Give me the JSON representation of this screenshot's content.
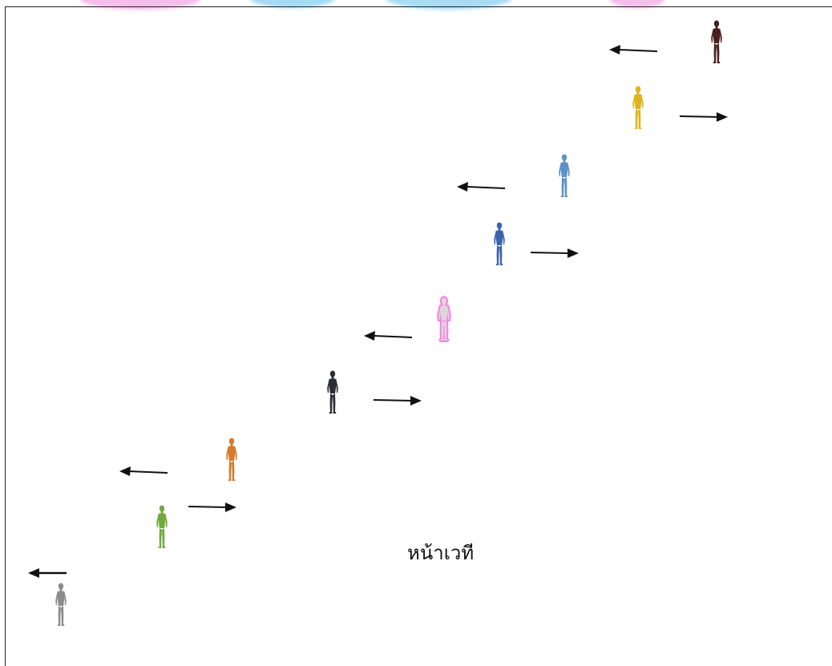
{
  "stage_label": "หน้าเวที",
  "colors": {
    "frame": "#222222",
    "arrow": "#111111",
    "watermark_pink": "#f3b6e8",
    "watermark_blue": "#9bd6f3",
    "highlight_glow": "#ff4fe0"
  },
  "mannequins": [
    {
      "name": "mannequin-darkred",
      "color": "#4a1f1f",
      "direction": "left"
    },
    {
      "name": "mannequin-gold",
      "color": "#e0b21b",
      "direction": "right"
    },
    {
      "name": "mannequin-lightblue",
      "color": "#5a92c8",
      "direction": "left"
    },
    {
      "name": "mannequin-blue",
      "color": "#3b63ad",
      "direction": "right"
    },
    {
      "name": "mannequin-white-highlighted",
      "color": "#d9d9d9",
      "direction": "left",
      "highlighted": true
    },
    {
      "name": "mannequin-black",
      "color": "#2a2d36",
      "direction": "right"
    },
    {
      "name": "mannequin-orange",
      "color": "#d67a2d",
      "direction": "left"
    },
    {
      "name": "mannequin-green",
      "color": "#72a93e",
      "direction": "right"
    },
    {
      "name": "mannequin-gray",
      "color": "#8c8c8c",
      "direction": "left"
    }
  ],
  "icons": {
    "mannequin": "mannequin-icon",
    "arrow_left": "arrow-left-icon",
    "arrow_right": "arrow-right-icon"
  }
}
